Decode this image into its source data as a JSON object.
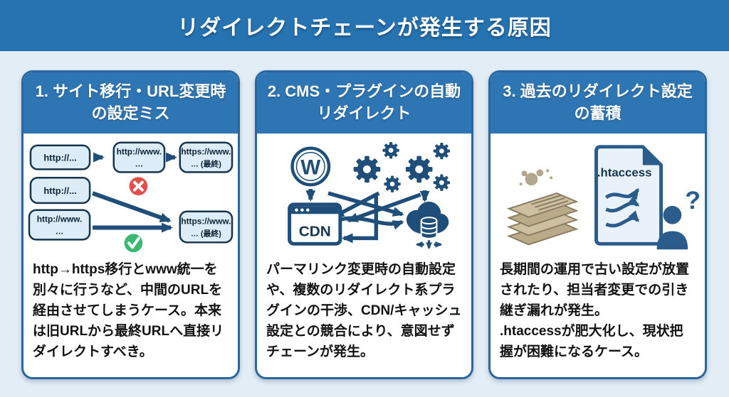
{
  "header": {
    "title": "リダイレクトチェーンが発生する原因"
  },
  "cards": [
    {
      "title": "1. サイト移行・URL変更時の設定ミス",
      "body": "http→https移行とwww統一を別々に行うなど、中間のURLを経由させてしまうケース。本来は旧URLから最終URLへ直接リダイレクトすべき。",
      "diagram": {
        "box1": "http://...",
        "box2_l1": "http://www.",
        "box2_l2": "…",
        "box3_l1": "https://www.",
        "box3_l2": "… (最終)",
        "box4": "http://...",
        "box5_l1": "http://www.",
        "box5_l2": "…",
        "box6_l1": "https://www.",
        "box6_l2": "… (最終)"
      }
    },
    {
      "title": "2. CMS・プラグインの自動リダイレクト",
      "body": "パーマリンク変更時の自動設定や、複数のリダイレクト系プラグインの干渉、CDN/キャッシュ設定との競合により、意図せずチェーンが発生。",
      "diagram": {
        "wordpress_w": "W",
        "cdn_label": "CDN"
      }
    },
    {
      "title": "3. 過去のリダイレクト設定の蓄積",
      "body": "長期間の運用で古い設定が放置されたり、担当者変更での引き継ぎ漏れが発生。\n.htaccessが肥大化し、現状把握が困難になるケース。",
      "diagram": {
        "file_label": ".htaccess",
        "question_mark": "?"
      }
    }
  ],
  "colors": {
    "page_bg": "#e3edf6",
    "header_bg": "#2673b2",
    "card_title_bg": "#2e75b3",
    "card_border": "#2a679e",
    "icon_navy": "#1e4e79",
    "url_box_fill": "#dcedf9",
    "error_red": "#e0504a",
    "success_green": "#3bb871",
    "paper_tan": "#cdc0a0"
  }
}
